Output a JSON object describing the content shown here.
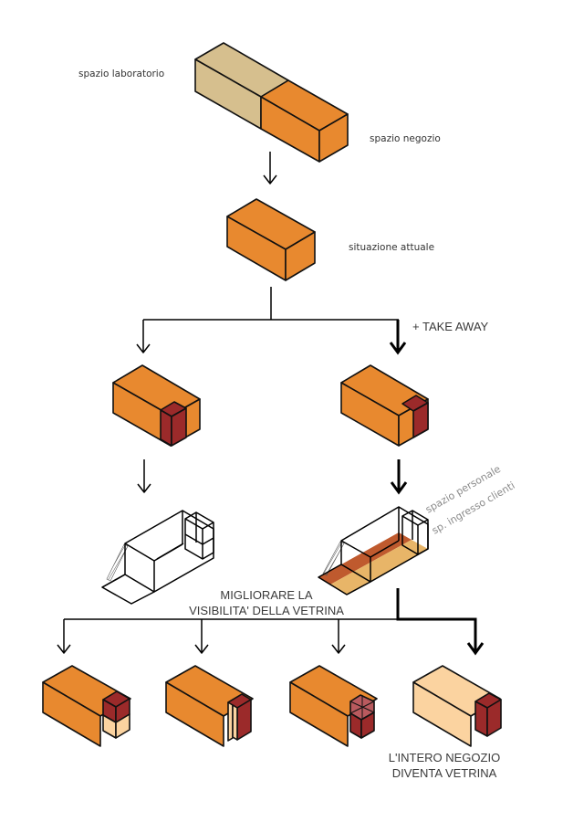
{
  "diagram": {
    "labels": {
      "lab_space": "spazio laboratorio",
      "shop_space": "spazio negozio",
      "current": "situazione attuale",
      "take_away": "+ TAKE AWAY",
      "staff_space": "spazio personale",
      "client_entrance": "sp. ingresso clienti",
      "improve_line1": "MIGLIORARE LA",
      "improve_line2": "VISIBILITA' DELLA VETRINA",
      "whole_shop_line1": "L'INTERO NEGOZIO",
      "whole_shop_line2": "DIVENTA VETRINA"
    },
    "colors": {
      "orange": "#E8892F",
      "tan": "#D6BF8E",
      "dark_red": "#9B2A2A",
      "pale_peach": "#FBD3A0",
      "rust": "#BF5A2E",
      "sand": "#E8B568",
      "pink_red": "#B95A5E",
      "line": "#111111"
    },
    "nodes": [
      {
        "id": "initial",
        "desc": "lab space + shop space"
      },
      {
        "id": "current",
        "desc": "current situation"
      },
      {
        "id": "option-a",
        "desc": "corner display box"
      },
      {
        "id": "option-b",
        "desc": "take-away counter"
      },
      {
        "id": "plan-a",
        "desc": "wireframe with stairs"
      },
      {
        "id": "plan-b",
        "desc": "wireframe with zones"
      },
      {
        "id": "variant-1"
      },
      {
        "id": "variant-2"
      },
      {
        "id": "variant-3"
      },
      {
        "id": "variant-4",
        "desc": "whole shop becomes showcase"
      }
    ]
  }
}
